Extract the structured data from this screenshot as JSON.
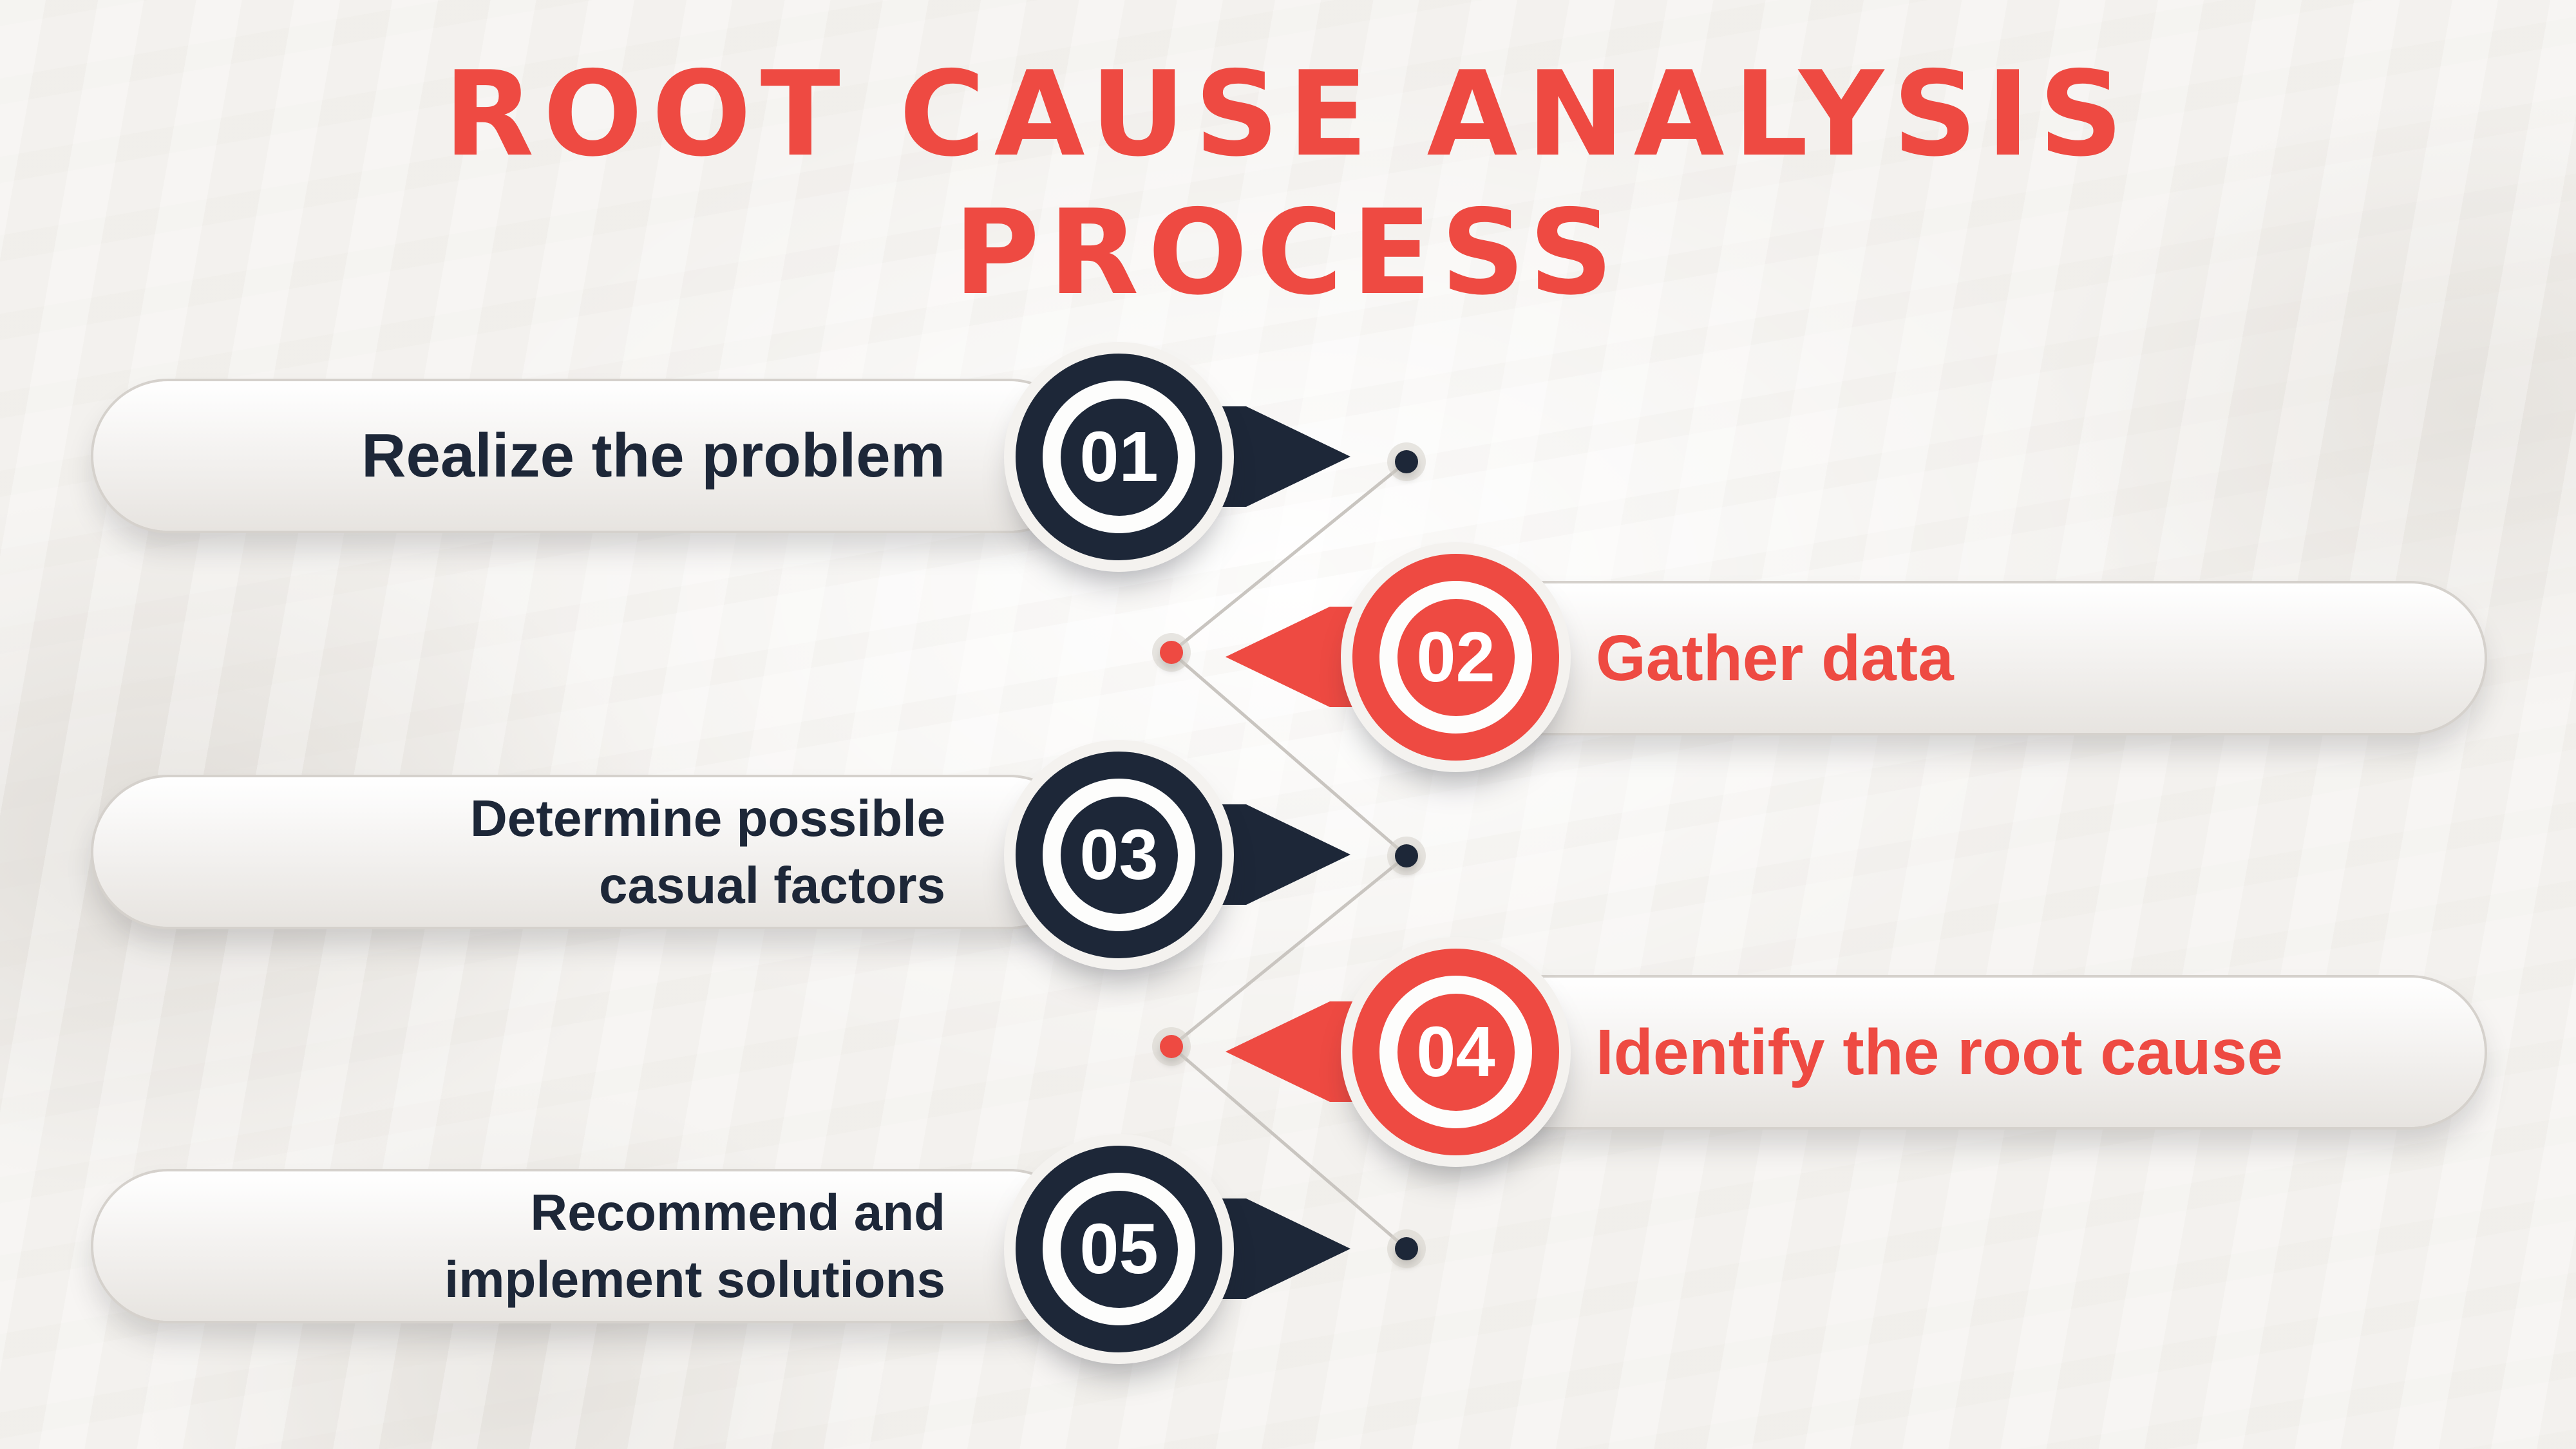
{
  "title": {
    "line1": "ROOT CAUSE ANALYSIS",
    "line2": "PROCESS"
  },
  "steps": [
    {
      "number": "01",
      "label": "Realize the problem",
      "side": "left",
      "color": "#1d2738"
    },
    {
      "number": "02",
      "label": "Gather data",
      "side": "right",
      "color": "#ee4a42"
    },
    {
      "number": "03",
      "label": "Determine possible casual factors",
      "side": "left",
      "color": "#1d2738"
    },
    {
      "number": "04",
      "label": "Identify the root cause",
      "side": "right",
      "color": "#ee4a42"
    },
    {
      "number": "05",
      "label": "Recommend and implement solutions",
      "side": "left",
      "color": "#1d2738"
    }
  ],
  "colors": {
    "accent_red": "#ee4a42",
    "navy": "#1d2738",
    "background": "#f4f2ef",
    "line_gray": "#c9c5c0"
  }
}
